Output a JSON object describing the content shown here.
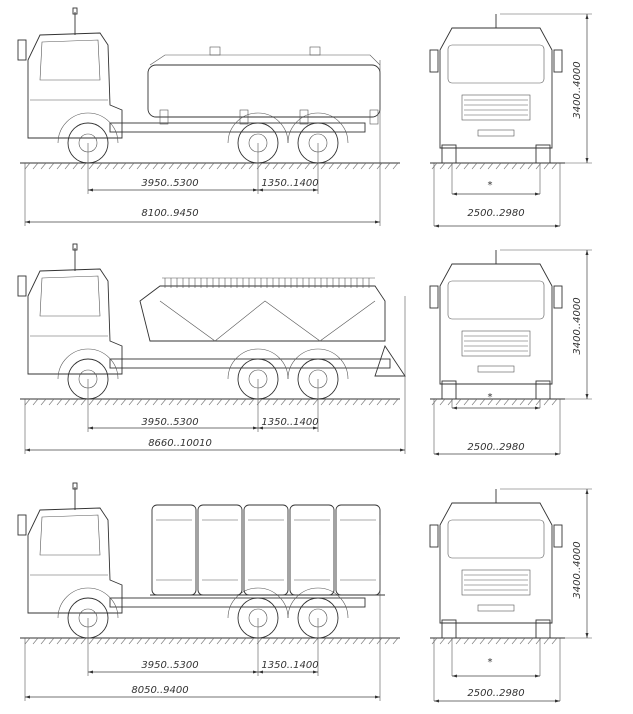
{
  "rows": [
    {
      "body": "tank",
      "wheelbase": "3950..5300",
      "bogie": "1350..1400",
      "length": "8100..9450",
      "height": "3400..4000",
      "track_mark": "*",
      "width": "2500..2980"
    },
    {
      "body": "hopper",
      "wheelbase": "3950..5300",
      "bogie": "1350..1400",
      "length": "8660..10010",
      "height": "3400..4000",
      "track_mark": "*",
      "width": "2500..2980"
    },
    {
      "body": "containers",
      "wheelbase": "3950..5300",
      "bogie": "1350..1400",
      "length": "8050..9400",
      "height": "3400..4000",
      "track_mark": "*",
      "width": "2500..2980"
    }
  ]
}
